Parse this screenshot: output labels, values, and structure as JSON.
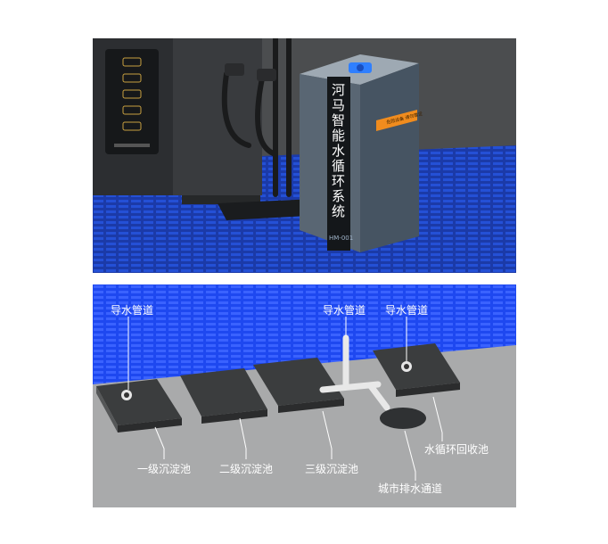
{
  "top_scene": {
    "machine_text": "河马智能水循环系统",
    "model_label": "HM-001",
    "warning_label": "危险设备 请勿靠近",
    "colors": {
      "floor": "#1d3fb8",
      "machine_body": "#4a5966",
      "machine_dark": "#2e3338",
      "logo": "#2f7fff",
      "warning": "#f08c1e"
    }
  },
  "bottom_scene": {
    "labels": {
      "pipe_left": "导水管道",
      "pipe_mid": "导水管道",
      "pipe_right": "导水管道",
      "tank1": "一级沉淀池",
      "tank2": "二级沉淀池",
      "tank3": "三级沉淀池",
      "recycle": "水循环回收池",
      "drain": "城市排水通道"
    },
    "colors": {
      "ground": "#a9aaab",
      "grate": "#1e48f0",
      "pit": "#3b3d3e"
    }
  }
}
